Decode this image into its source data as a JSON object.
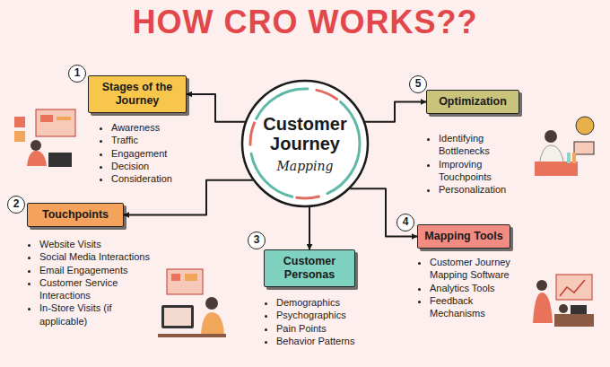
{
  "diagram": {
    "title": "HOW CRO WORKS??",
    "nodes": [
      {
        "text": [
          "Customer Journey",
          "Mapping"
        ]
      },
      {
        "text": [
          "Stages of the Journey",
          "Awareness",
          "Traffic",
          "Engagement",
          "Decision",
          "Consideration"
        ]
      },
      {
        "text": [
          "Touchpoints",
          "Website Visits",
          "Social Media Interactions",
          "Email Engagements",
          "Customer Service Interactions",
          "In-Store Visits (if applicable)"
        ]
      },
      {
        "text": [
          "Customer Personas",
          "Demographics",
          "Psychographics",
          "Pain Points",
          "Behavior Patterns"
        ]
      },
      {
        "text": [
          "Mapping Tools",
          "Customer Journey Mapping Software",
          "Analytics Tools",
          "Feedback Mechanisms"
        ]
      },
      {
        "text": [
          "Optimization",
          "Identifying Bottlenecks",
          "Improving Touchpoints",
          "Personalization"
        ]
      }
    ],
    "edges": [
      {
        "from": 0,
        "to": 1,
        "arrow": "to"
      },
      {
        "from": 0,
        "to": 2,
        "arrow": "to"
      },
      {
        "from": 0,
        "to": 3,
        "arrow": "to"
      },
      {
        "from": 0,
        "to": 4,
        "arrow": "to"
      },
      {
        "from": 0,
        "to": 5,
        "arrow": "to"
      }
    ],
    "labels": [
      "1",
      "2",
      "3",
      "4",
      "5"
    ]
  }
}
